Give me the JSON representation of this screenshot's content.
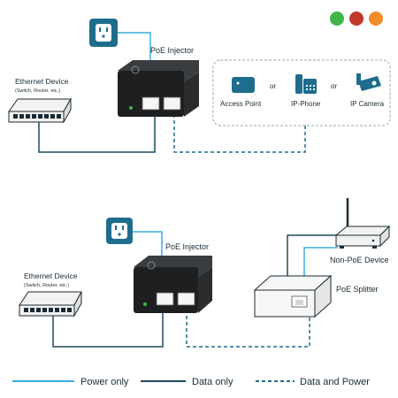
{
  "window_dots": [
    {
      "name": "green-dot",
      "color": "#3fb54a"
    },
    {
      "name": "red-dot",
      "color": "#c0392b"
    },
    {
      "name": "orange-dot",
      "color": "#f28c28"
    }
  ],
  "colors": {
    "power_only": "#3aaee0",
    "data_only": "#1f4a5c",
    "data_and_power": "#1f6d8c",
    "device_fill": "#f2f2f2",
    "device_stroke": "#1a2a33",
    "injector_fill": "#1d1f21",
    "outlet_fill": "#1f6d8c"
  },
  "top": {
    "injector_label": "PoE Injector",
    "ethernet_device_title": "Ethernet Device",
    "ethernet_device_subtitle": "(Switch, Router, etc.)",
    "pd_box": {
      "items": [
        {
          "label": "Access Point",
          "icon": "access-point-icon"
        },
        {
          "label": "IP-Phone",
          "icon": "ip-phone-icon"
        },
        {
          "label": "IP Camera",
          "icon": "ip-camera-icon"
        }
      ],
      "separator": "or"
    }
  },
  "bottom": {
    "injector_label": "PoE Injector",
    "ethernet_device_title": "Ethernet Device",
    "ethernet_device_subtitle": "(Switch, Router, etc.)",
    "splitter_label": "PoE Splitter",
    "non_poe_label": "Non-PoE Device"
  },
  "legend": [
    {
      "label": "Power only",
      "style": "solid-light"
    },
    {
      "label": "Data only",
      "style": "solid-dark"
    },
    {
      "label": "Data and Power",
      "style": "dashed"
    }
  ]
}
